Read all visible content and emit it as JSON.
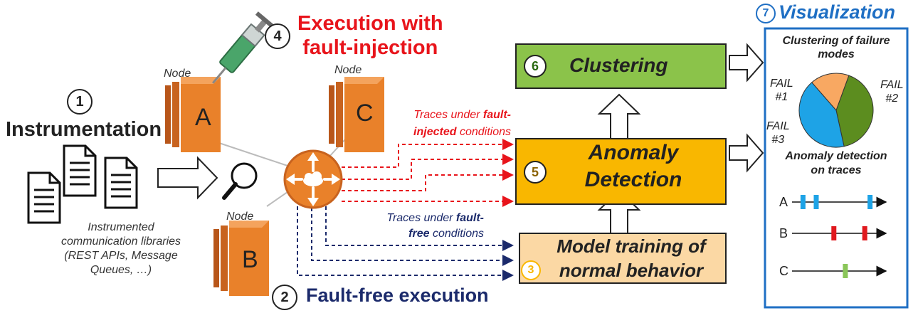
{
  "steps": {
    "s1": {
      "num": "1",
      "label": "Instrumentation"
    },
    "s2": {
      "num": "2",
      "label": "Fault-free execution"
    },
    "s3": {
      "num": "3",
      "label_line1": "Model training of",
      "label_line2": "normal behavior"
    },
    "s4": {
      "num": "4",
      "label_line1": "Execution with",
      "label_line2": "fault-injection"
    },
    "s5": {
      "num": "5",
      "label_line1": "Anomaly",
      "label_line2": "Detection"
    },
    "s6": {
      "num": "6",
      "label": "Clustering"
    },
    "s7": {
      "num": "7",
      "label": "Visualization"
    }
  },
  "libraries": {
    "line1": "Instrumented",
    "line2": "communication libraries",
    "line3": "(REST APIs, Message",
    "line4": "Queues, …)"
  },
  "nodes": [
    {
      "caption": "Node",
      "letter": "A"
    },
    {
      "caption": "Node",
      "letter": "B"
    },
    {
      "caption": "Node",
      "letter": "C"
    }
  ],
  "traces": {
    "faulty": {
      "pre": "Traces under ",
      "em1": "fault-",
      "em2": "injected",
      "post": " conditions"
    },
    "free": {
      "pre": "Traces under ",
      "em1": "fault-",
      "em2": "free",
      "post": " conditions"
    }
  },
  "panel": {
    "clustering_title_line1": "Clustering of failure",
    "clustering_title_line2": "modes",
    "fail1_a": "FAIL",
    "fail1_b": "#1",
    "fail2_a": "FAIL",
    "fail2_b": "#2",
    "fail3_a": "FAIL",
    "fail3_b": "#3",
    "anomaly_title_line1": "Anomaly detection",
    "anomaly_title_line2": "on traces",
    "timelines": [
      {
        "label": "A",
        "marks": [
          0.12,
          0.27,
          0.88
        ],
        "color": "#1ea3e6"
      },
      {
        "label": "B",
        "marks": [
          0.47,
          0.82
        ],
        "color": "#e0191e"
      },
      {
        "label": "C",
        "marks": [
          0.6
        ],
        "color": "#8ac659"
      }
    ]
  },
  "colors": {
    "red": "#e8141b",
    "navy": "#1b2a6b",
    "blue": "#1f6fc4",
    "green": "#8bc34a",
    "orange": "#f9b700",
    "peach": "#fbd8a4",
    "aws_orange": "#e9812a"
  },
  "chart_data": {
    "type": "pie",
    "slices": [
      {
        "label": "FAIL #1",
        "value": 0.17,
        "color": "#f8a862"
      },
      {
        "label": "FAIL #2",
        "value": 0.41,
        "color": "#5c8d1f"
      },
      {
        "label": "FAIL #3",
        "value": 0.42,
        "color": "#1ea3e6"
      }
    ]
  }
}
